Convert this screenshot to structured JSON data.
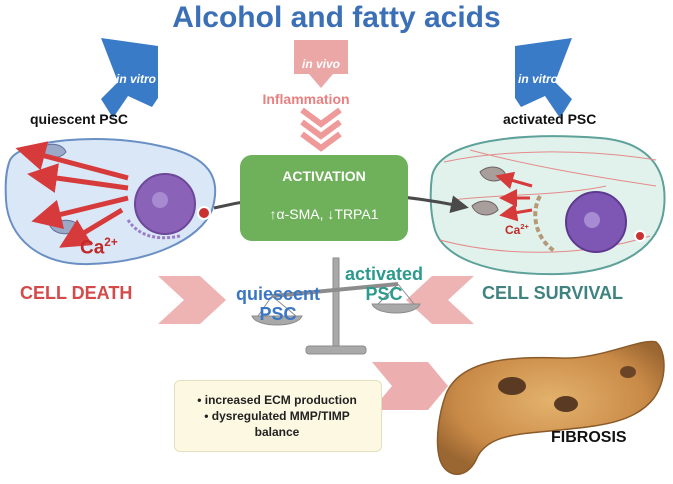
{
  "title": "Alcohol and fatty acids",
  "routes": {
    "left_in_vitro": "in vitro",
    "center_in_vivo": "in vivo",
    "right_in_vitro": "in vitro"
  },
  "inflammation": "Inflammation",
  "quiescent_psc_label": "quiescent PSC",
  "activated_psc_label": "activated PSC",
  "activation": {
    "title": "ACTIVATION",
    "markers": "↑α-SMA, ↓TRPA1"
  },
  "calcium": {
    "symbol": "Ca",
    "charge": "2+"
  },
  "outcomes": {
    "cell_death": "CELL DEATH",
    "cell_survival": "CELL SURVIVAL"
  },
  "balance": {
    "quiescent_line1": "quiescent",
    "quiescent_line2": "PSC",
    "activated_line1": "activated",
    "activated_line2": "PSC"
  },
  "fibrosis_effects": {
    "item1": "• increased ECM production",
    "item2": "• dysregulated MMP/TIMP",
    "item3": "balance"
  },
  "fibrosis": "FIBROSIS",
  "colors": {
    "title_blue": "#3b6fb6",
    "inflammation_pink": "#e97f7f",
    "activation_green": "#6fb05a",
    "death_red": "#d44a4a",
    "survival_teal": "#3f8380"
  }
}
